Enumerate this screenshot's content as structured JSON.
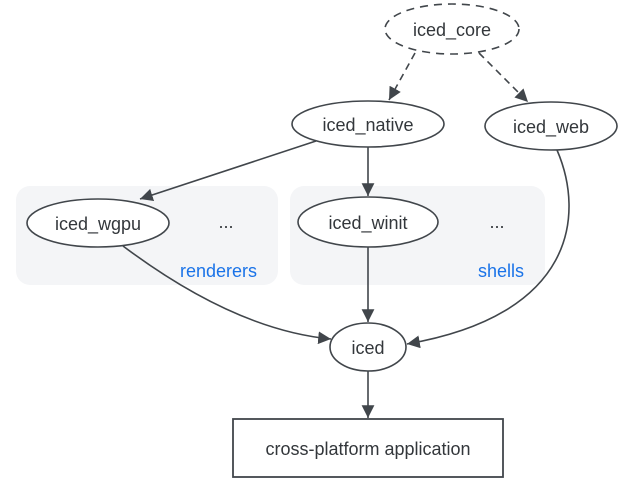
{
  "colors": {
    "background": "#ffffff",
    "node_fill": "#ffffff",
    "stroke": "#41464b",
    "text": "#33373b",
    "group_fill": "#f4f5f7",
    "accent_blue": "#1a73e8"
  },
  "nodes": {
    "core": {
      "label": "iced_core"
    },
    "native": {
      "label": "iced_native"
    },
    "web": {
      "label": "iced_web"
    },
    "wgpu": {
      "label": "iced_wgpu"
    },
    "winit": {
      "label": "iced_winit"
    },
    "iced": {
      "label": "iced"
    },
    "app": {
      "label": "cross-platform application"
    }
  },
  "groups": {
    "renderers": {
      "label": "renderers",
      "more": "..."
    },
    "shells": {
      "label": "shells",
      "more": "..."
    }
  }
}
